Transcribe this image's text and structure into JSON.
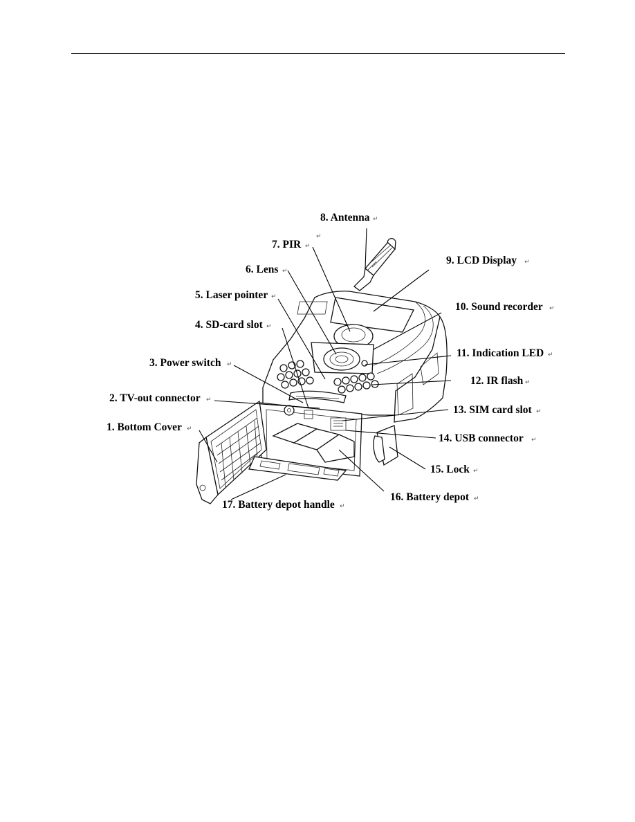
{
  "figure": {
    "labels": [
      {
        "id": "antenna",
        "text": "8. Antenna"
      },
      {
        "id": "pir",
        "text": "7. PIR"
      },
      {
        "id": "lens",
        "text": "6. Lens"
      },
      {
        "id": "lcd",
        "text": "9. LCD Display"
      },
      {
        "id": "laser",
        "text": "5. Laser pointer"
      },
      {
        "id": "sound",
        "text": "10. Sound recorder"
      },
      {
        "id": "sdcard",
        "text": "4. SD-card slot"
      },
      {
        "id": "led",
        "text": "11. Indication LED"
      },
      {
        "id": "power",
        "text": "3. Power switch"
      },
      {
        "id": "irflash",
        "text": "12. IR flash"
      },
      {
        "id": "tvout",
        "text": "2. TV-out connector"
      },
      {
        "id": "sim",
        "text": "13. SIM card slot"
      },
      {
        "id": "bottom",
        "text": "1. Bottom Cover"
      },
      {
        "id": "usb",
        "text": "14. USB connector"
      },
      {
        "id": "lock",
        "text": "15. Lock"
      },
      {
        "id": "handle",
        "text": "17. Battery depot handle"
      },
      {
        "id": "depot",
        "text": "16. Battery depot"
      }
    ],
    "paragraph_mark": "↵",
    "colors": {
      "ink": "#000000",
      "background": "#ffffff"
    }
  }
}
